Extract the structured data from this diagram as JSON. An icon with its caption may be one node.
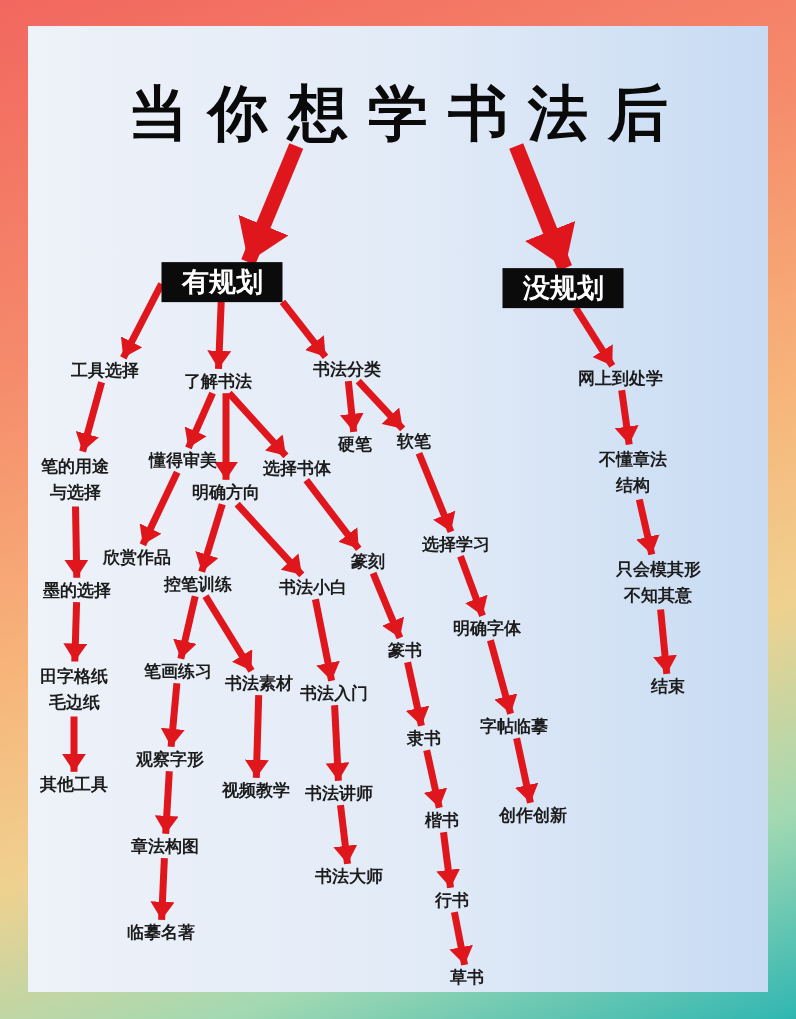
{
  "diagram": {
    "nodes": [
      {
        "text": [
          "当你想学书法后"
        ]
      },
      {
        "text": [
          "有规划"
        ]
      },
      {
        "text": [
          "没规划"
        ]
      },
      {
        "text": [
          "工具选择"
        ]
      },
      {
        "text": [
          "了解书法"
        ]
      },
      {
        "text": [
          "书法分类"
        ]
      },
      {
        "text": [
          "笔的用途与选择"
        ]
      },
      {
        "text": [
          "懂得审美"
        ]
      },
      {
        "text": [
          "明确方向"
        ]
      },
      {
        "text": [
          "选择书体"
        ]
      },
      {
        "text": [
          "硬笔"
        ]
      },
      {
        "text": [
          "软笔"
        ]
      },
      {
        "text": [
          "欣赏作品"
        ]
      },
      {
        "text": [
          "墨的选择"
        ]
      },
      {
        "text": [
          "控笔训练"
        ]
      },
      {
        "text": [
          "书法小白"
        ]
      },
      {
        "text": [
          "篆刻"
        ]
      },
      {
        "text": [
          "选择学习"
        ]
      },
      {
        "text": [
          "明确字体"
        ]
      },
      {
        "text": [
          "篆书"
        ]
      },
      {
        "text": [
          "田字格纸毛边纸"
        ]
      },
      {
        "text": [
          "笔画练习"
        ]
      },
      {
        "text": [
          "书法素材"
        ]
      },
      {
        "text": [
          "书法入门"
        ]
      },
      {
        "text": [
          "隶书"
        ]
      },
      {
        "text": [
          "字帖临摹"
        ]
      },
      {
        "text": [
          "其他工具"
        ]
      },
      {
        "text": [
          "观察字形"
        ]
      },
      {
        "text": [
          "视频教学"
        ]
      },
      {
        "text": [
          "书法讲师"
        ]
      },
      {
        "text": [
          "楷书"
        ]
      },
      {
        "text": [
          "创作创新"
        ]
      },
      {
        "text": [
          "章法构图"
        ]
      },
      {
        "text": [
          "书法大师"
        ]
      },
      {
        "text": [
          "行书"
        ]
      },
      {
        "text": [
          "临摹名著"
        ]
      },
      {
        "text": [
          "草书"
        ]
      },
      {
        "text": [
          "网上到处学"
        ]
      },
      {
        "text": [
          "不懂章法结构"
        ]
      },
      {
        "text": [
          "只会模其形不知其意"
        ]
      },
      {
        "text": [
          "结束"
        ]
      }
    ],
    "edges": [
      {
        "from": 0,
        "to": 1,
        "arrow": "to",
        "style": "thick"
      },
      {
        "from": 0,
        "to": 2,
        "arrow": "to",
        "style": "thick"
      },
      {
        "from": 1,
        "to": 3,
        "arrow": "to"
      },
      {
        "from": 1,
        "to": 4,
        "arrow": "to"
      },
      {
        "from": 1,
        "to": 5,
        "arrow": "to"
      },
      {
        "from": 3,
        "to": 6,
        "arrow": "to"
      },
      {
        "from": 4,
        "to": 7,
        "arrow": "to"
      },
      {
        "from": 4,
        "to": 8,
        "arrow": "to"
      },
      {
        "from": 4,
        "to": 9,
        "arrow": "to"
      },
      {
        "from": 5,
        "to": 10,
        "arrow": "to"
      },
      {
        "from": 5,
        "to": 11,
        "arrow": "to"
      },
      {
        "from": 6,
        "to": 13,
        "arrow": "to"
      },
      {
        "from": 7,
        "to": 12,
        "arrow": "to"
      },
      {
        "from": 8,
        "to": 14,
        "arrow": "to"
      },
      {
        "from": 8,
        "to": 15,
        "arrow": "to"
      },
      {
        "from": 9,
        "to": 16,
        "arrow": "to"
      },
      {
        "from": 11,
        "to": 17,
        "arrow": "to"
      },
      {
        "from": 13,
        "to": 20,
        "arrow": "to"
      },
      {
        "from": 14,
        "to": 21,
        "arrow": "to"
      },
      {
        "from": 14,
        "to": 22,
        "arrow": "to"
      },
      {
        "from": 15,
        "to": 23,
        "arrow": "to"
      },
      {
        "from": 16,
        "to": 19,
        "arrow": "to"
      },
      {
        "from": 17,
        "to": 18,
        "arrow": "to"
      },
      {
        "from": 20,
        "to": 26,
        "arrow": "to"
      },
      {
        "from": 21,
        "to": 27,
        "arrow": "to"
      },
      {
        "from": 22,
        "to": 28,
        "arrow": "to"
      },
      {
        "from": 23,
        "to": 29,
        "arrow": "to"
      },
      {
        "from": 19,
        "to": 24,
        "arrow": "to"
      },
      {
        "from": 18,
        "to": 25,
        "arrow": "to"
      },
      {
        "from": 27,
        "to": 32,
        "arrow": "to"
      },
      {
        "from": 29,
        "to": 33,
        "arrow": "to"
      },
      {
        "from": 24,
        "to": 30,
        "arrow": "to"
      },
      {
        "from": 25,
        "to": 31,
        "arrow": "to"
      },
      {
        "from": 32,
        "to": 35,
        "arrow": "to"
      },
      {
        "from": 30,
        "to": 34,
        "arrow": "to"
      },
      {
        "from": 34,
        "to": 36,
        "arrow": "to"
      },
      {
        "from": 2,
        "to": 37,
        "arrow": "to"
      },
      {
        "from": 37,
        "to": 38,
        "arrow": "to"
      },
      {
        "from": 38,
        "to": 39,
        "arrow": "to"
      },
      {
        "from": 39,
        "to": 40,
        "arrow": "to"
      }
    ]
  }
}
